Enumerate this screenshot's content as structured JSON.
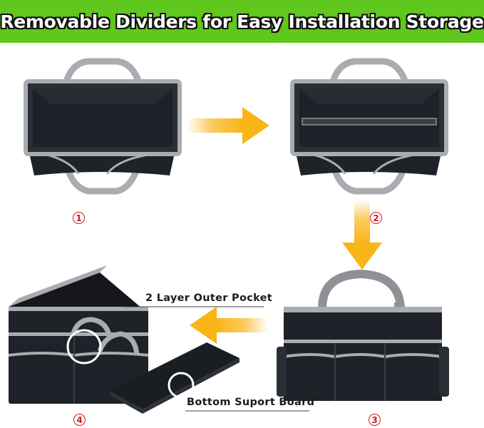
{
  "banner": {
    "title": "Removable Dividers for Easy Installation Storage",
    "color": "#5fc71d"
  },
  "steps": {
    "one": "1",
    "two": "2",
    "three": "3",
    "four": "4",
    "color": "#d6191b"
  },
  "callouts": {
    "outer_pocket": "2 Layer Outer Pocket",
    "bottom_board": "Bottom Suport Board"
  },
  "colors": {
    "bag": "#1f2228",
    "trim": "#a9adb1",
    "arrow": "#f9b417"
  }
}
